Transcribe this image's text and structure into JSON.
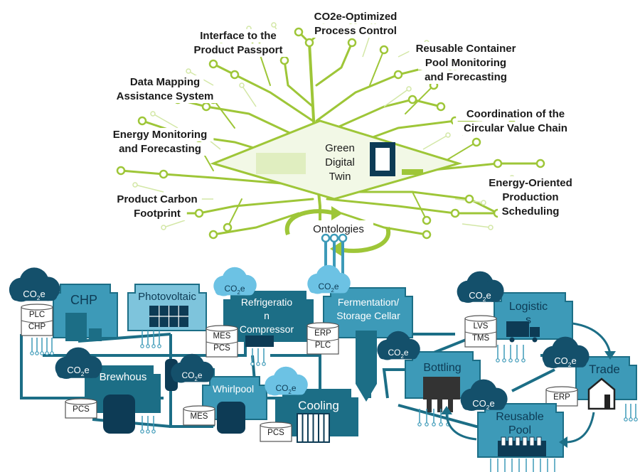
{
  "colors": {
    "green_dark": "#6e9a2b",
    "green_mid": "#9ec638",
    "green_light": "#d3e7a6",
    "teal_dark": "#1c6e86",
    "teal_mid": "#3d9ab8",
    "teal_light": "#7ec4dc",
    "navy": "#0d3b55",
    "cloud_dark": "#14506b",
    "cloud_light": "#6cc2e4"
  },
  "applications": [
    {
      "id": "co2-control",
      "text": [
        "CO2e-Optimized",
        "Process Control"
      ]
    },
    {
      "id": "product-passport",
      "text": [
        "Interface to the",
        "Product Passport"
      ]
    },
    {
      "id": "container-pool",
      "text": [
        "Reusable Container",
        "Pool Monitoring",
        "and Forecasting"
      ]
    },
    {
      "id": "data-mapping",
      "text": [
        "Data Mapping",
        "Assistance System"
      ]
    },
    {
      "id": "circular-chain",
      "text": [
        "Coordination of the",
        "Circular Value Chain"
      ]
    },
    {
      "id": "energy-monitoring",
      "text": [
        "Energy Monitoring",
        "and Forecasting"
      ]
    },
    {
      "id": "production-scheduling",
      "text": [
        "Energy-Oriented",
        "Production",
        "Scheduling"
      ]
    },
    {
      "id": "carbon-footprint",
      "text": [
        "Product Carbon",
        "Footprint"
      ]
    }
  ],
  "twin": {
    "text": [
      "Green",
      "Digital",
      "Twin"
    ]
  },
  "ontologies": "Ontologies",
  "co2_label": "CO2e",
  "facilities": [
    {
      "id": "chp",
      "title": "CHP"
    },
    {
      "id": "photovoltaic",
      "title": "Photovoltaic"
    },
    {
      "id": "refrigeration",
      "title": [
        "Refrigeratio",
        "n",
        "Compressor"
      ]
    },
    {
      "id": "fermentation",
      "title": [
        "Fermentation/",
        "Storage Cellar"
      ]
    },
    {
      "id": "logistics",
      "title": [
        "Logistic",
        "s"
      ]
    },
    {
      "id": "brewhouse",
      "title": "Brewhous"
    },
    {
      "id": "whirlpool",
      "title": "Whirlpool"
    },
    {
      "id": "cooling",
      "title": "Cooling"
    },
    {
      "id": "bottling",
      "title": "Bottling"
    },
    {
      "id": "trade",
      "title": "Trade"
    },
    {
      "id": "reusable-pool",
      "title": [
        "Reusable",
        "Pool"
      ]
    }
  ],
  "systems": {
    "plc": "PLC",
    "chp": "CHP",
    "mes": "MES",
    "pcs": "PCS",
    "erp": "ERP",
    "lvs": "LVS",
    "tms": "TMS"
  }
}
